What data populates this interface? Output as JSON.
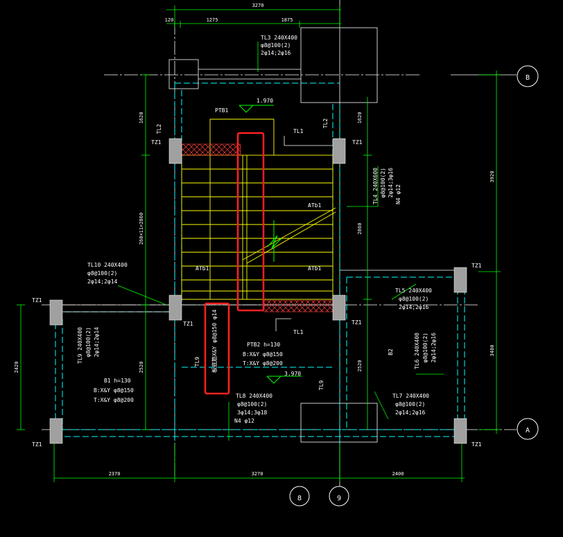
{
  "colors": {
    "background": "#000000",
    "dimension": "#00ff00",
    "axis": "#ffffff",
    "beam_dash": "#00ffff",
    "stair_lines": "#ffff00",
    "column": "#a0a0a0",
    "highlight": "#ff2020",
    "hatch": "#ff4040"
  },
  "dims_top": {
    "total": "3270",
    "a": "120",
    "b": "1275",
    "c": "1875"
  },
  "dims_bottom": {
    "a": "2370",
    "b": "3270",
    "c": "2400"
  },
  "dims_right": {
    "a": "3920",
    "b": "3480"
  },
  "dims_vertical": {
    "v1620_left": "1620",
    "v1620_right": "1620",
    "stair_run": "260×11=2860",
    "v2860": "2860",
    "v2520_left": "2520",
    "v2520_right": "2520",
    "v2420": "2420"
  },
  "axes": {
    "b": "B",
    "a": "A",
    "n8": "8",
    "n9": "9"
  },
  "labels": {
    "tz1": "TZ1",
    "ptb1": "PTB1",
    "elev_top": "1.970",
    "elev_bot": "3.970",
    "tl1": "TL1",
    "tl2": "TL2",
    "tl9": "TL9",
    "atb1": "ATb1",
    "b2": "B2"
  },
  "beams": {
    "tl3": [
      "TL3  240X400",
      "φ8@100(2)",
      "2φ14;2φ16"
    ],
    "tl4": [
      "TL4  240X600",
      "φ8@100(2)",
      "2φ14;3φ16",
      "N4 φ12"
    ],
    "tl10": [
      "TL10  240X400",
      "φ8@100(2)",
      "2φ14;2φ14"
    ],
    "tl5": [
      "TL5  240X400",
      "φ8@100(2)",
      "2φ14;2φ16"
    ],
    "tl9": [
      "TL9  240X400",
      "φ8@100(2)",
      "2φ14;2φ14"
    ],
    "tl6": [
      "TL6  240X400",
      "φ8@100(2)",
      "2φ14;2φ16"
    ],
    "tl8": [
      "TL8  240X400",
      "φ8@100(2)",
      "3φ14;3φ18",
      "N4 φ12"
    ],
    "tl7": [
      "TL7  240X400",
      "φ8@100(2)",
      "2φ14;2φ16"
    ]
  },
  "slabs": {
    "ptb2": [
      "PTB2  h=130",
      "B:X&Y φ8@150",
      "T:X&Y φ8@200"
    ],
    "b1": [
      "B1  h=130",
      "B:X&Y φ8@150",
      "T:X&Y φ8@200"
    ]
  },
  "highlight_text": "板底筋X&Y φ8@150 φ14"
}
